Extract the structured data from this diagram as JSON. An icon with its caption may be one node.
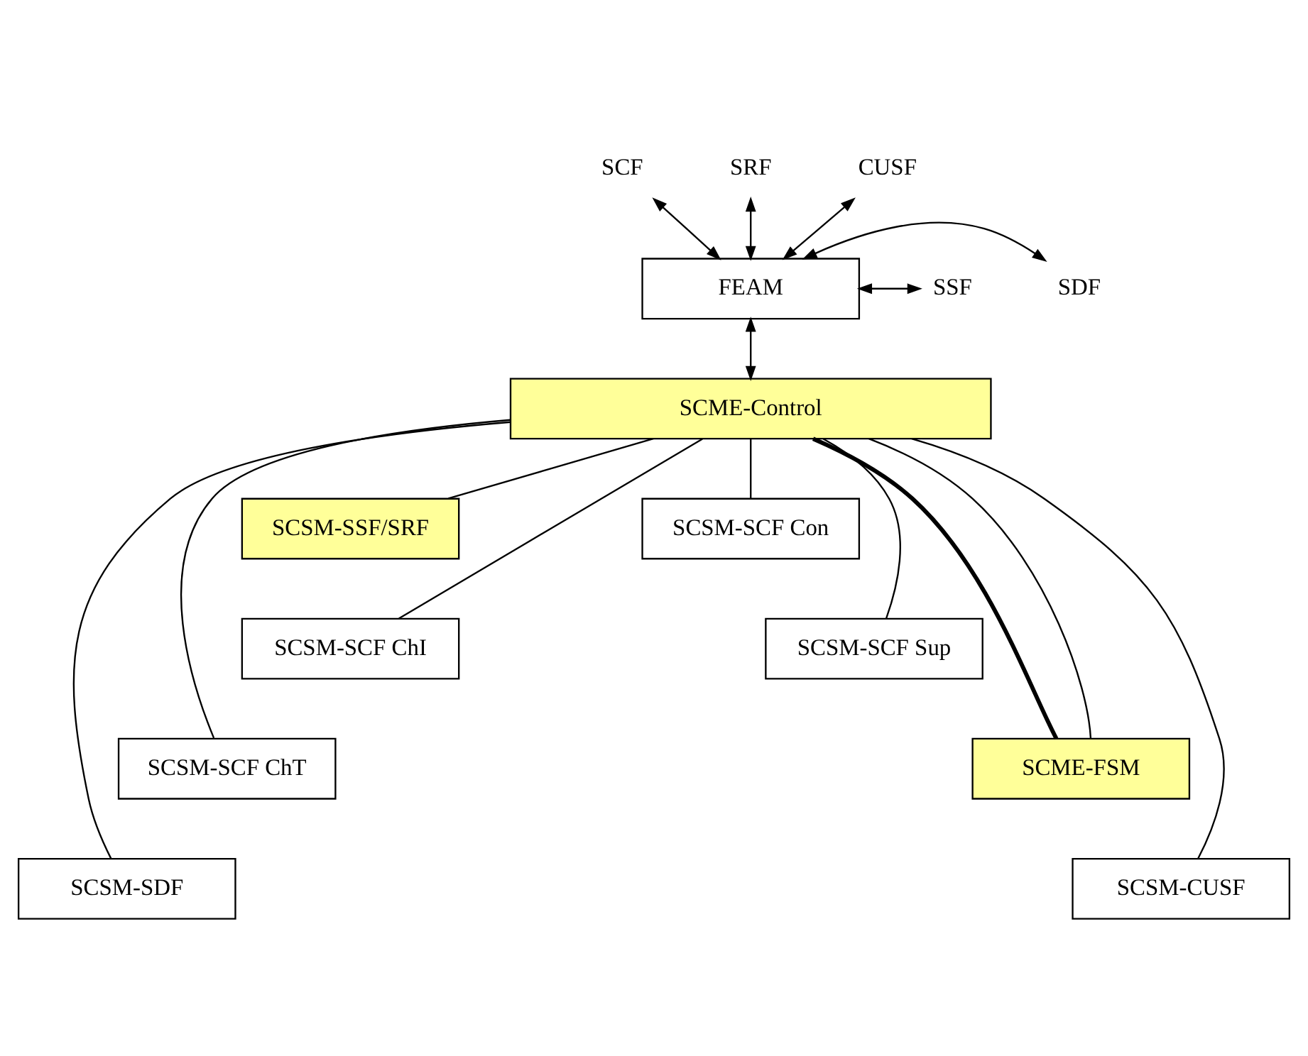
{
  "diagram": {
    "nodes": [
      {
        "text": [
          "SCF"
        ]
      },
      {
        "text": [
          "SRF"
        ]
      },
      {
        "text": [
          "CUSF"
        ]
      },
      {
        "text": [
          "SSF"
        ]
      },
      {
        "text": [
          "FEAM"
        ]
      },
      {
        "text": [
          "SDF"
        ]
      },
      {
        "text": [
          "SCME-Control"
        ]
      },
      {
        "text": [
          "SCSM-SSF/SRF"
        ]
      },
      {
        "text": [
          "SCSM-SCF Con"
        ]
      },
      {
        "text": [
          "SCSM-SCF ChI"
        ]
      },
      {
        "text": [
          "SCSM-SCF Sup"
        ]
      },
      {
        "text": [
          "SCSM-SCF ChT"
        ]
      },
      {
        "text": [
          "SCME-FSM"
        ]
      },
      {
        "text": [
          "SCSM-SDF"
        ]
      },
      {
        "text": [
          "SCSM-CUSF"
        ]
      }
    ],
    "edges": [
      {
        "from": 4,
        "to": 0,
        "arrow": "both"
      },
      {
        "from": 4,
        "to": 1,
        "arrow": "both"
      },
      {
        "from": 4,
        "to": 2,
        "arrow": "both"
      },
      {
        "from": 4,
        "to": 3,
        "arrow": "both"
      },
      {
        "from": 4,
        "to": 5,
        "arrow": "both"
      },
      {
        "from": 4,
        "to": 6,
        "arrow": "both"
      },
      {
        "from": 6,
        "to": 7,
        "arrow": "none"
      },
      {
        "from": 6,
        "to": 9,
        "arrow": "none"
      },
      {
        "from": 6,
        "to": 11,
        "arrow": "none"
      },
      {
        "from": 6,
        "to": 13,
        "arrow": "none"
      },
      {
        "from": 6,
        "to": 14,
        "arrow": "none"
      },
      {
        "from": 6,
        "to": 12,
        "arrow": "none",
        "style": "thick"
      },
      {
        "from": 6,
        "to": 12,
        "arrow": "none"
      },
      {
        "from": 6,
        "to": 10,
        "arrow": "none"
      },
      {
        "from": 6,
        "to": 8,
        "arrow": "none"
      }
    ]
  }
}
